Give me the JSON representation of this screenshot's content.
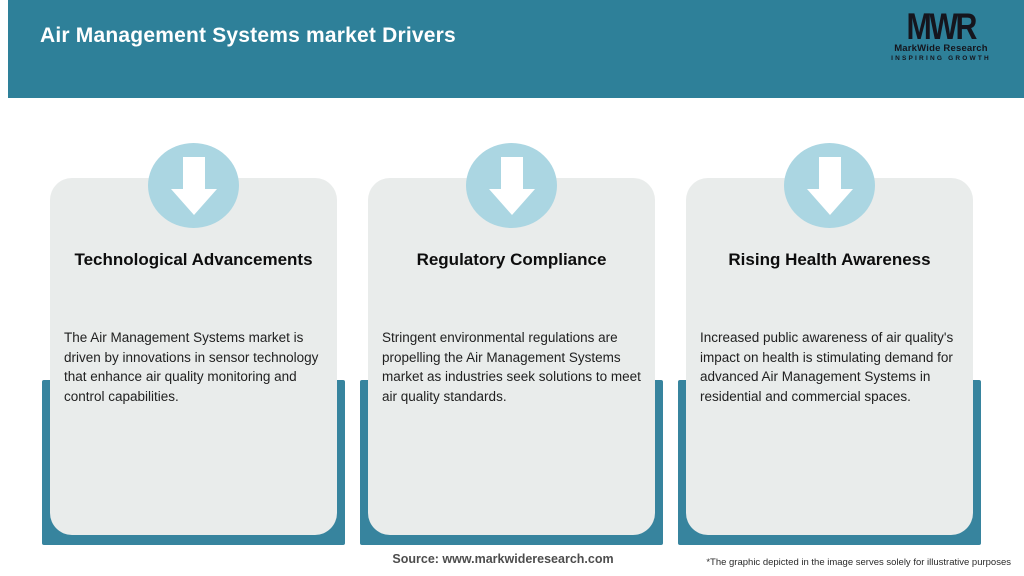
{
  "header": {
    "title": "Air Management Systems market Drivers",
    "logo": {
      "monogram": "MWR",
      "name": "MarkWide Research",
      "tagline": "INSPIRING GROWTH"
    }
  },
  "cards": [
    {
      "title": "Technological Advancements",
      "description": "The Air Management Systems market is driven by innovations in sensor technology that enhance air quality monitoring and control capabilities."
    },
    {
      "title": "Regulatory Compliance",
      "description": "Stringent environmental regulations are propelling the Air Management Systems market as industries seek solutions to meet air quality standards."
    },
    {
      "title": "Rising Health Awareness",
      "description": "Increased public awareness of air quality's impact on health is stimulating demand for advanced Air Management Systems in residential and commercial spaces."
    }
  ],
  "footer": {
    "source": "Source: www.markwideresearch.com",
    "disclaimer": "*The graphic depicted in the image serves solely for illustrative purposes"
  },
  "icons": [
    "down-arrow-icon",
    "down-arrow-icon",
    "down-arrow-icon"
  ],
  "colors": {
    "teal": "#2e8099",
    "bar": "#37849e",
    "card_bg": "#e9eceb",
    "circle": "#abd6e2",
    "logo": "#15151d",
    "title_text": "#0d0d0d",
    "body_text": "#1f1f1f",
    "source_text": "#4d4d4d",
    "disclaimer_text": "#2a2a2a",
    "page_bg": "#ffffff"
  }
}
